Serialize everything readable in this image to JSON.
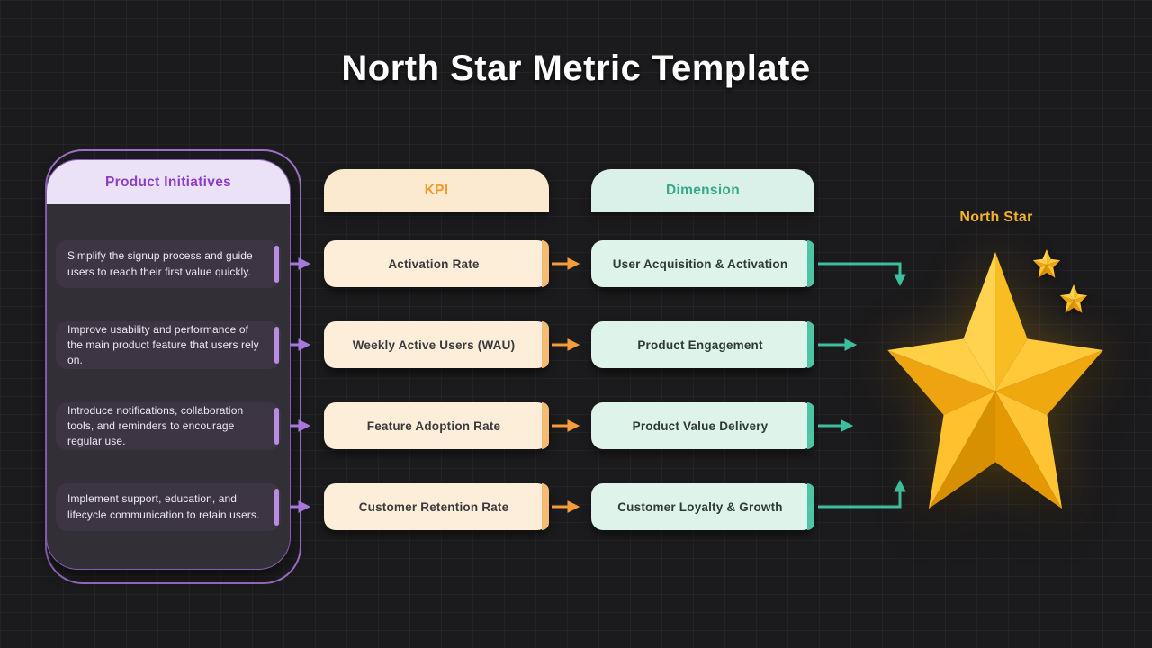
{
  "title": "North Star Metric Template",
  "columns": {
    "initiatives": {
      "header": "Product Initiatives",
      "items": [
        "Simplify the signup process and guide users to reach their first value quickly.",
        "Improve usability and performance of the main product feature that users rely on.",
        "Introduce notifications, collaboration tools, and reminders to encourage regular use.",
        "Implement support, education, and lifecycle communication to retain users."
      ]
    },
    "kpi": {
      "header": "KPI",
      "items": [
        "Activation Rate",
        "Weekly Active Users (WAU)",
        "Feature Adoption Rate",
        "Customer Retention Rate"
      ]
    },
    "dimension": {
      "header": "Dimension",
      "items": [
        "User Acquisition & Activation",
        "Product Engagement",
        "Product Value Delivery",
        "Customer Loyalty & Growth"
      ]
    }
  },
  "north_star": {
    "label": "North Star"
  },
  "colors": {
    "background": "#1b1a1c",
    "purple_accent": "#a678d8",
    "purple_header_bg": "#ece2f8",
    "purple_header_text": "#8b3fc6",
    "orange_accent": "#f59d3a",
    "kpi_box_bg": "#fdeeda",
    "kpi_header_text": "#f59b2e",
    "teal_accent": "#3cbf9e",
    "dimension_box_bg": "#def4eb",
    "dimension_header_text": "#38a88a",
    "gold_star": "#ffc62b",
    "north_star_label": "#f0b32f"
  }
}
